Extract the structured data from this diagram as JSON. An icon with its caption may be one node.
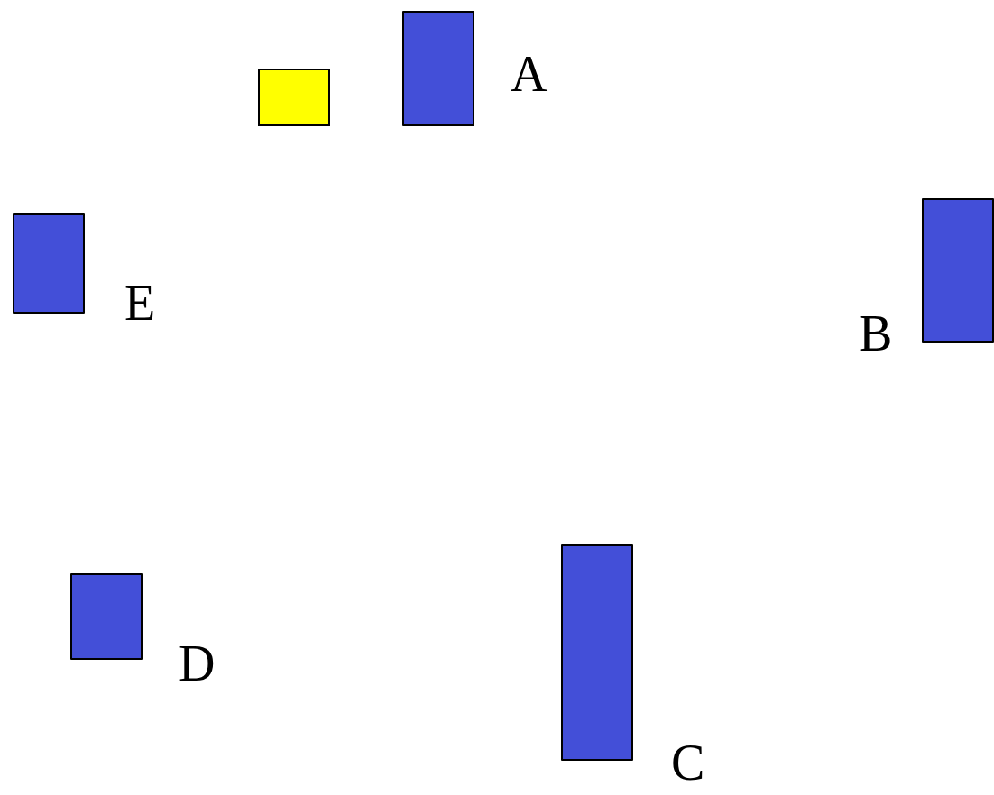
{
  "diagram": {
    "nodes": [
      {
        "text": [],
        "shape": "box"
      },
      {
        "text": [],
        "shape": "bar",
        "beside": [
          "A"
        ]
      },
      {
        "text": [],
        "shape": "bar",
        "beside": [
          "E"
        ]
      },
      {
        "text": [],
        "shape": "bar",
        "beside": [
          "B"
        ]
      },
      {
        "text": [],
        "shape": "bar",
        "beside": [
          "D"
        ]
      },
      {
        "text": [],
        "shape": "bar",
        "beside": [
          "C"
        ]
      }
    ]
  }
}
